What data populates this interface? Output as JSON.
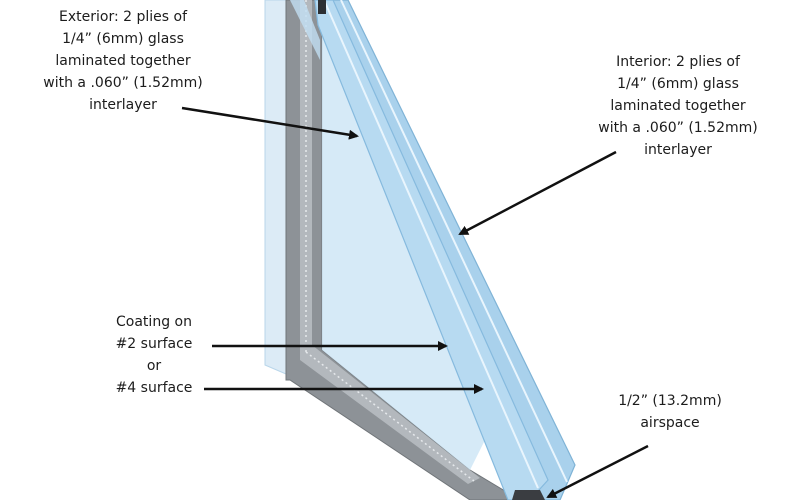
{
  "colors": {
    "background": "#ffffff",
    "glass_edge": "#9fc8e2",
    "glass_face": "#d9ecf8",
    "spacer": "#7a7f84",
    "arrow": "#111111",
    "text": "#1c1c1c"
  },
  "labels": {
    "exterior": [
      "Exterior: 2 plies of",
      "1/4” (6mm) glass",
      "laminated together",
      "with a .060” (1.52mm)",
      "interlayer"
    ],
    "interior": [
      "Interior: 2 plies of",
      "1/4” (6mm) glass",
      "laminated together",
      "with a .060” (1.52mm)",
      "interlayer"
    ],
    "coating": [
      "Coating on",
      "#2 surface",
      "or",
      "#4 surface"
    ],
    "airspace": [
      "1/2” (13.2mm)",
      "airspace"
    ]
  }
}
